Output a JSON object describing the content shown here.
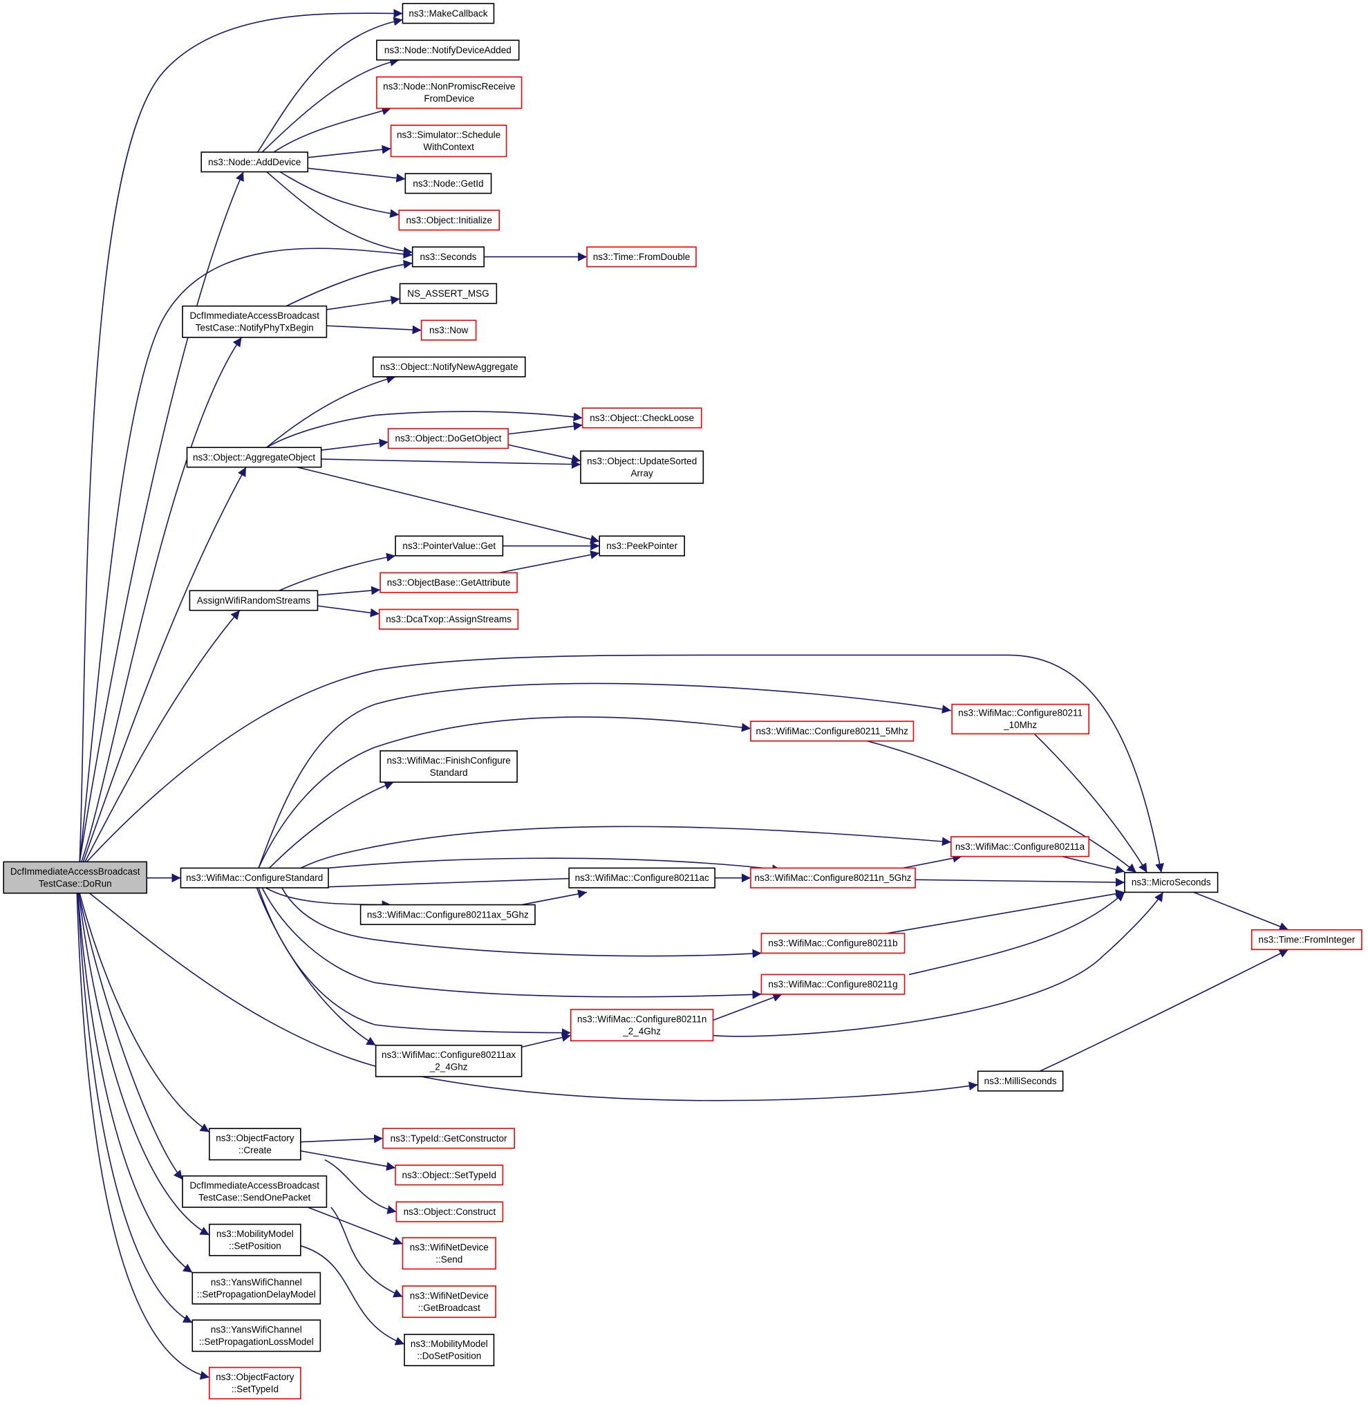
{
  "colors": {
    "edge": "#191970",
    "black_border": "#000000",
    "red_border": "#ff0000",
    "root_fill": "#bfbfbf",
    "node_fill": "#ffffff"
  },
  "nodes": [
    {
      "id": "dorun",
      "lines": [
        "DcfImmediateAccessBroadcast",
        "TestCase::DoRun"
      ],
      "border": "black",
      "root": true
    },
    {
      "id": "makecallback",
      "lines": [
        "ns3::MakeCallback"
      ],
      "border": "black"
    },
    {
      "id": "notifydeviceadded",
      "lines": [
        "ns3::Node::NotifyDeviceAdded"
      ],
      "border": "black"
    },
    {
      "id": "nonpromisc",
      "lines": [
        "ns3::Node::NonPromiscReceive",
        "FromDevice"
      ],
      "border": "red"
    },
    {
      "id": "schedulewithcontext",
      "lines": [
        "ns3::Simulator::Schedule",
        "WithContext"
      ],
      "border": "red"
    },
    {
      "id": "nodegetid",
      "lines": [
        "ns3::Node::GetId"
      ],
      "border": "black"
    },
    {
      "id": "objinitialize",
      "lines": [
        "ns3::Object::Initialize"
      ],
      "border": "red"
    },
    {
      "id": "seconds",
      "lines": [
        "ns3::Seconds"
      ],
      "border": "black"
    },
    {
      "id": "fromdouble",
      "lines": [
        "ns3::Time::FromDouble"
      ],
      "border": "red"
    },
    {
      "id": "nsassert",
      "lines": [
        "NS_ASSERT_MSG"
      ],
      "border": "black"
    },
    {
      "id": "now",
      "lines": [
        "ns3::Now"
      ],
      "border": "red"
    },
    {
      "id": "adddevice",
      "lines": [
        "ns3::Node::AddDevice"
      ],
      "border": "black"
    },
    {
      "id": "notifyphytx",
      "lines": [
        "DcfImmediateAccessBroadcast",
        "TestCase::NotifyPhyTxBegin"
      ],
      "border": "black"
    },
    {
      "id": "notifynewagg",
      "lines": [
        "ns3::Object::NotifyNewAggregate"
      ],
      "border": "black"
    },
    {
      "id": "checkloose",
      "lines": [
        "ns3::Object::CheckLoose"
      ],
      "border": "red"
    },
    {
      "id": "dogetobject",
      "lines": [
        "ns3::Object::DoGetObject"
      ],
      "border": "red"
    },
    {
      "id": "updatesorted",
      "lines": [
        "ns3::Object::UpdateSorted",
        "Array"
      ],
      "border": "black"
    },
    {
      "id": "aggregateobject",
      "lines": [
        "ns3::Object::AggregateObject"
      ],
      "border": "black"
    },
    {
      "id": "pointervalueget",
      "lines": [
        "ns3::PointerValue::Get"
      ],
      "border": "black"
    },
    {
      "id": "peekpointer",
      "lines": [
        "ns3::PeekPointer"
      ],
      "border": "black"
    },
    {
      "id": "getattribute",
      "lines": [
        "ns3::ObjectBase::GetAttribute"
      ],
      "border": "red"
    },
    {
      "id": "assignstreams",
      "lines": [
        "ns3::DcaTxop::AssignStreams"
      ],
      "border": "red"
    },
    {
      "id": "assignwifi",
      "lines": [
        "AssignWifiRandomStreams"
      ],
      "border": "black"
    },
    {
      "id": "cfg10mhz",
      "lines": [
        "ns3::WifiMac::Configure80211",
        "_10Mhz"
      ],
      "border": "red"
    },
    {
      "id": "cfg5mhz",
      "lines": [
        "ns3::WifiMac::Configure80211_5Mhz"
      ],
      "border": "red"
    },
    {
      "id": "finishcfg",
      "lines": [
        "ns3::WifiMac::FinishConfigure",
        "Standard"
      ],
      "border": "black"
    },
    {
      "id": "cfga",
      "lines": [
        "ns3::WifiMac::Configure80211a"
      ],
      "border": "red"
    },
    {
      "id": "configurestandard",
      "lines": [
        "ns3::WifiMac::ConfigureStandard"
      ],
      "border": "black"
    },
    {
      "id": "cfgac",
      "lines": [
        "ns3::WifiMac::Configure80211ac"
      ],
      "border": "black"
    },
    {
      "id": "cfgn5",
      "lines": [
        "ns3::WifiMac::Configure80211n_5Ghz"
      ],
      "border": "red"
    },
    {
      "id": "microseconds",
      "lines": [
        "ns3::MicroSeconds"
      ],
      "border": "black"
    },
    {
      "id": "cfgax5",
      "lines": [
        "ns3::WifiMac::Configure80211ax_5Ghz"
      ],
      "border": "black"
    },
    {
      "id": "cfgb",
      "lines": [
        "ns3::WifiMac::Configure80211b"
      ],
      "border": "red"
    },
    {
      "id": "frominteger",
      "lines": [
        "ns3::Time::FromInteger"
      ],
      "border": "red"
    },
    {
      "id": "cfgg",
      "lines": [
        "ns3::WifiMac::Configure80211g"
      ],
      "border": "red"
    },
    {
      "id": "cfgn24",
      "lines": [
        "ns3::WifiMac::Configure80211n",
        "_2_4Ghz"
      ],
      "border": "red"
    },
    {
      "id": "cfgax24",
      "lines": [
        "ns3::WifiMac::Configure80211ax",
        "_2_4Ghz"
      ],
      "border": "black"
    },
    {
      "id": "milliseconds",
      "lines": [
        "ns3::MilliSeconds"
      ],
      "border": "black"
    },
    {
      "id": "factorycreate",
      "lines": [
        "ns3::ObjectFactory",
        "::Create"
      ],
      "border": "black"
    },
    {
      "id": "getconstructor",
      "lines": [
        "ns3::TypeId::GetConstructor"
      ],
      "border": "red"
    },
    {
      "id": "settypeid",
      "lines": [
        "ns3::Object::SetTypeId"
      ],
      "border": "red"
    },
    {
      "id": "sendonepacket",
      "lines": [
        "DcfImmediateAccessBroadcast",
        "TestCase::SendOnePacket"
      ],
      "border": "black"
    },
    {
      "id": "construct",
      "lines": [
        "ns3::Object::Construct"
      ],
      "border": "red"
    },
    {
      "id": "setposition",
      "lines": [
        "ns3::MobilityModel",
        "::SetPosition"
      ],
      "border": "black"
    },
    {
      "id": "wifisend",
      "lines": [
        "ns3::WifiNetDevice",
        "::Send"
      ],
      "border": "red"
    },
    {
      "id": "delaymodel",
      "lines": [
        "ns3::YansWifiChannel",
        "::SetPropagationDelayModel"
      ],
      "border": "black"
    },
    {
      "id": "getbroadcast",
      "lines": [
        "ns3::WifiNetDevice",
        "::GetBroadcast"
      ],
      "border": "red"
    },
    {
      "id": "lossmodel",
      "lines": [
        "ns3::YansWifiChannel",
        "::SetPropagationLossModel"
      ],
      "border": "black"
    },
    {
      "id": "dosetposition",
      "lines": [
        "ns3::MobilityModel",
        "::DoSetPosition"
      ],
      "border": "black"
    },
    {
      "id": "factorysettypeid",
      "lines": [
        "ns3::ObjectFactory",
        "::SetTypeId"
      ],
      "border": "red"
    }
  ],
  "edges": [
    [
      "dorun",
      "makecallback"
    ],
    [
      "dorun",
      "adddevice"
    ],
    [
      "dorun",
      "seconds"
    ],
    [
      "dorun",
      "notifyphytx"
    ],
    [
      "dorun",
      "aggregateobject"
    ],
    [
      "dorun",
      "assignwifi"
    ],
    [
      "dorun",
      "microseconds"
    ],
    [
      "dorun",
      "configurestandard"
    ],
    [
      "dorun",
      "milliseconds"
    ],
    [
      "dorun",
      "factorycreate"
    ],
    [
      "dorun",
      "sendonepacket"
    ],
    [
      "dorun",
      "setposition"
    ],
    [
      "dorun",
      "delaymodel"
    ],
    [
      "dorun",
      "lossmodel"
    ],
    [
      "dorun",
      "factorysettypeid"
    ],
    [
      "adddevice",
      "makecallback"
    ],
    [
      "adddevice",
      "notifydeviceadded"
    ],
    [
      "adddevice",
      "nonpromisc"
    ],
    [
      "adddevice",
      "schedulewithcontext"
    ],
    [
      "adddevice",
      "nodegetid"
    ],
    [
      "adddevice",
      "objinitialize"
    ],
    [
      "adddevice",
      "seconds"
    ],
    [
      "seconds",
      "fromdouble"
    ],
    [
      "notifyphytx",
      "seconds"
    ],
    [
      "notifyphytx",
      "nsassert"
    ],
    [
      "notifyphytx",
      "now"
    ],
    [
      "aggregateobject",
      "notifynewagg"
    ],
    [
      "aggregateobject",
      "checkloose"
    ],
    [
      "aggregateobject",
      "dogetobject"
    ],
    [
      "aggregateobject",
      "updatesorted"
    ],
    [
      "aggregateobject",
      "peekpointer"
    ],
    [
      "dogetobject",
      "checkloose"
    ],
    [
      "dogetobject",
      "updatesorted"
    ],
    [
      "assignwifi",
      "pointervalueget"
    ],
    [
      "assignwifi",
      "getattribute"
    ],
    [
      "assignwifi",
      "assignstreams"
    ],
    [
      "pointervalueget",
      "peekpointer"
    ],
    [
      "getattribute",
      "peekpointer"
    ],
    [
      "configurestandard",
      "cfg10mhz"
    ],
    [
      "configurestandard",
      "cfg5mhz"
    ],
    [
      "configurestandard",
      "finishcfg"
    ],
    [
      "configurestandard",
      "cfga"
    ],
    [
      "configurestandard",
      "cfgn5"
    ],
    [
      "configurestandard",
      "cfgac"
    ],
    [
      "configurestandard",
      "cfgax5"
    ],
    [
      "configurestandard",
      "cfgb"
    ],
    [
      "configurestandard",
      "cfgg"
    ],
    [
      "configurestandard",
      "cfgn24"
    ],
    [
      "configurestandard",
      "cfgax24"
    ],
    [
      "cfgac",
      "cfgn5"
    ],
    [
      "cfgax5",
      "cfgac"
    ],
    [
      "cfgn5",
      "cfga"
    ],
    [
      "cfgn5",
      "microseconds"
    ],
    [
      "cfg10mhz",
      "microseconds"
    ],
    [
      "cfg5mhz",
      "microseconds"
    ],
    [
      "cfga",
      "microseconds"
    ],
    [
      "cfgb",
      "microseconds"
    ],
    [
      "cfgg",
      "microseconds"
    ],
    [
      "cfgn24",
      "cfgg"
    ],
    [
      "cfgn24",
      "microseconds"
    ],
    [
      "cfgax24",
      "cfgn24"
    ],
    [
      "microseconds",
      "frominteger"
    ],
    [
      "milliseconds",
      "frominteger"
    ],
    [
      "factorycreate",
      "getconstructor"
    ],
    [
      "factorycreate",
      "settypeid"
    ],
    [
      "factorycreate",
      "construct"
    ],
    [
      "sendonepacket",
      "wifisend"
    ],
    [
      "sendonepacket",
      "getbroadcast"
    ],
    [
      "setposition",
      "dosetposition"
    ]
  ]
}
